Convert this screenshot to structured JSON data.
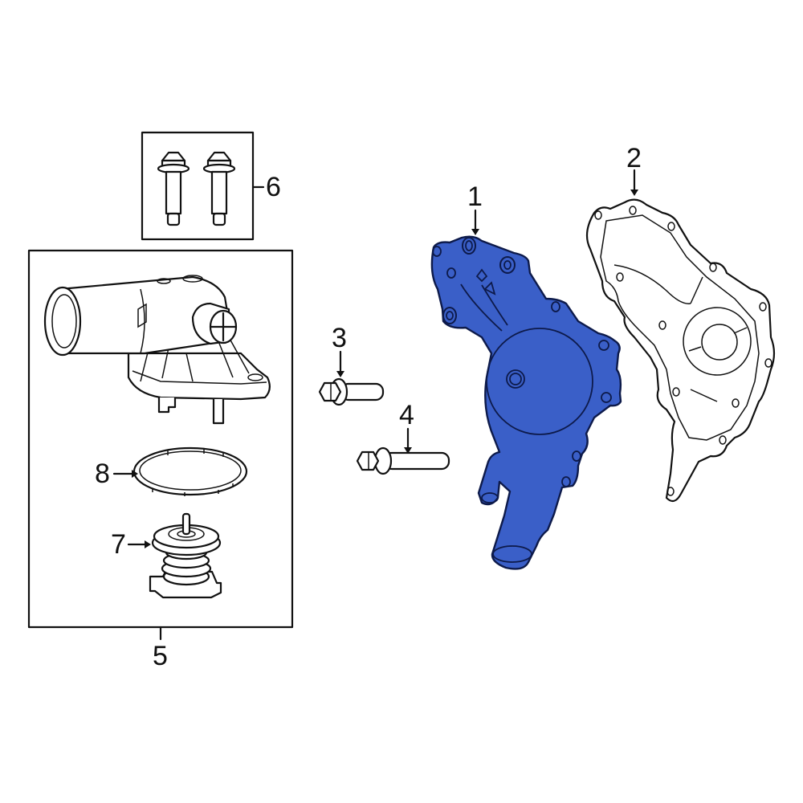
{
  "diagram": {
    "type": "exploded-parts-diagram",
    "highlight_color": "#3a5fc8",
    "line_color": "#111111",
    "background": "#ffffff",
    "callouts": [
      {
        "number": "1",
        "part": "water-pump",
        "highlighted": true
      },
      {
        "number": "2",
        "part": "water-pump-gasket"
      },
      {
        "number": "3",
        "part": "short-flange-bolt"
      },
      {
        "number": "4",
        "part": "long-flange-bolt"
      },
      {
        "number": "5",
        "part": "thermostat-housing-assembly-box"
      },
      {
        "number": "6",
        "part": "housing-bolts-box"
      },
      {
        "number": "7",
        "part": "thermostat"
      },
      {
        "number": "8",
        "part": "thermostat-seal-ring"
      }
    ]
  },
  "labels": {
    "c1": "1",
    "c2": "2",
    "c3": "3",
    "c4": "4",
    "c5": "5",
    "c6": "6",
    "c7": "7",
    "c8": "8"
  }
}
